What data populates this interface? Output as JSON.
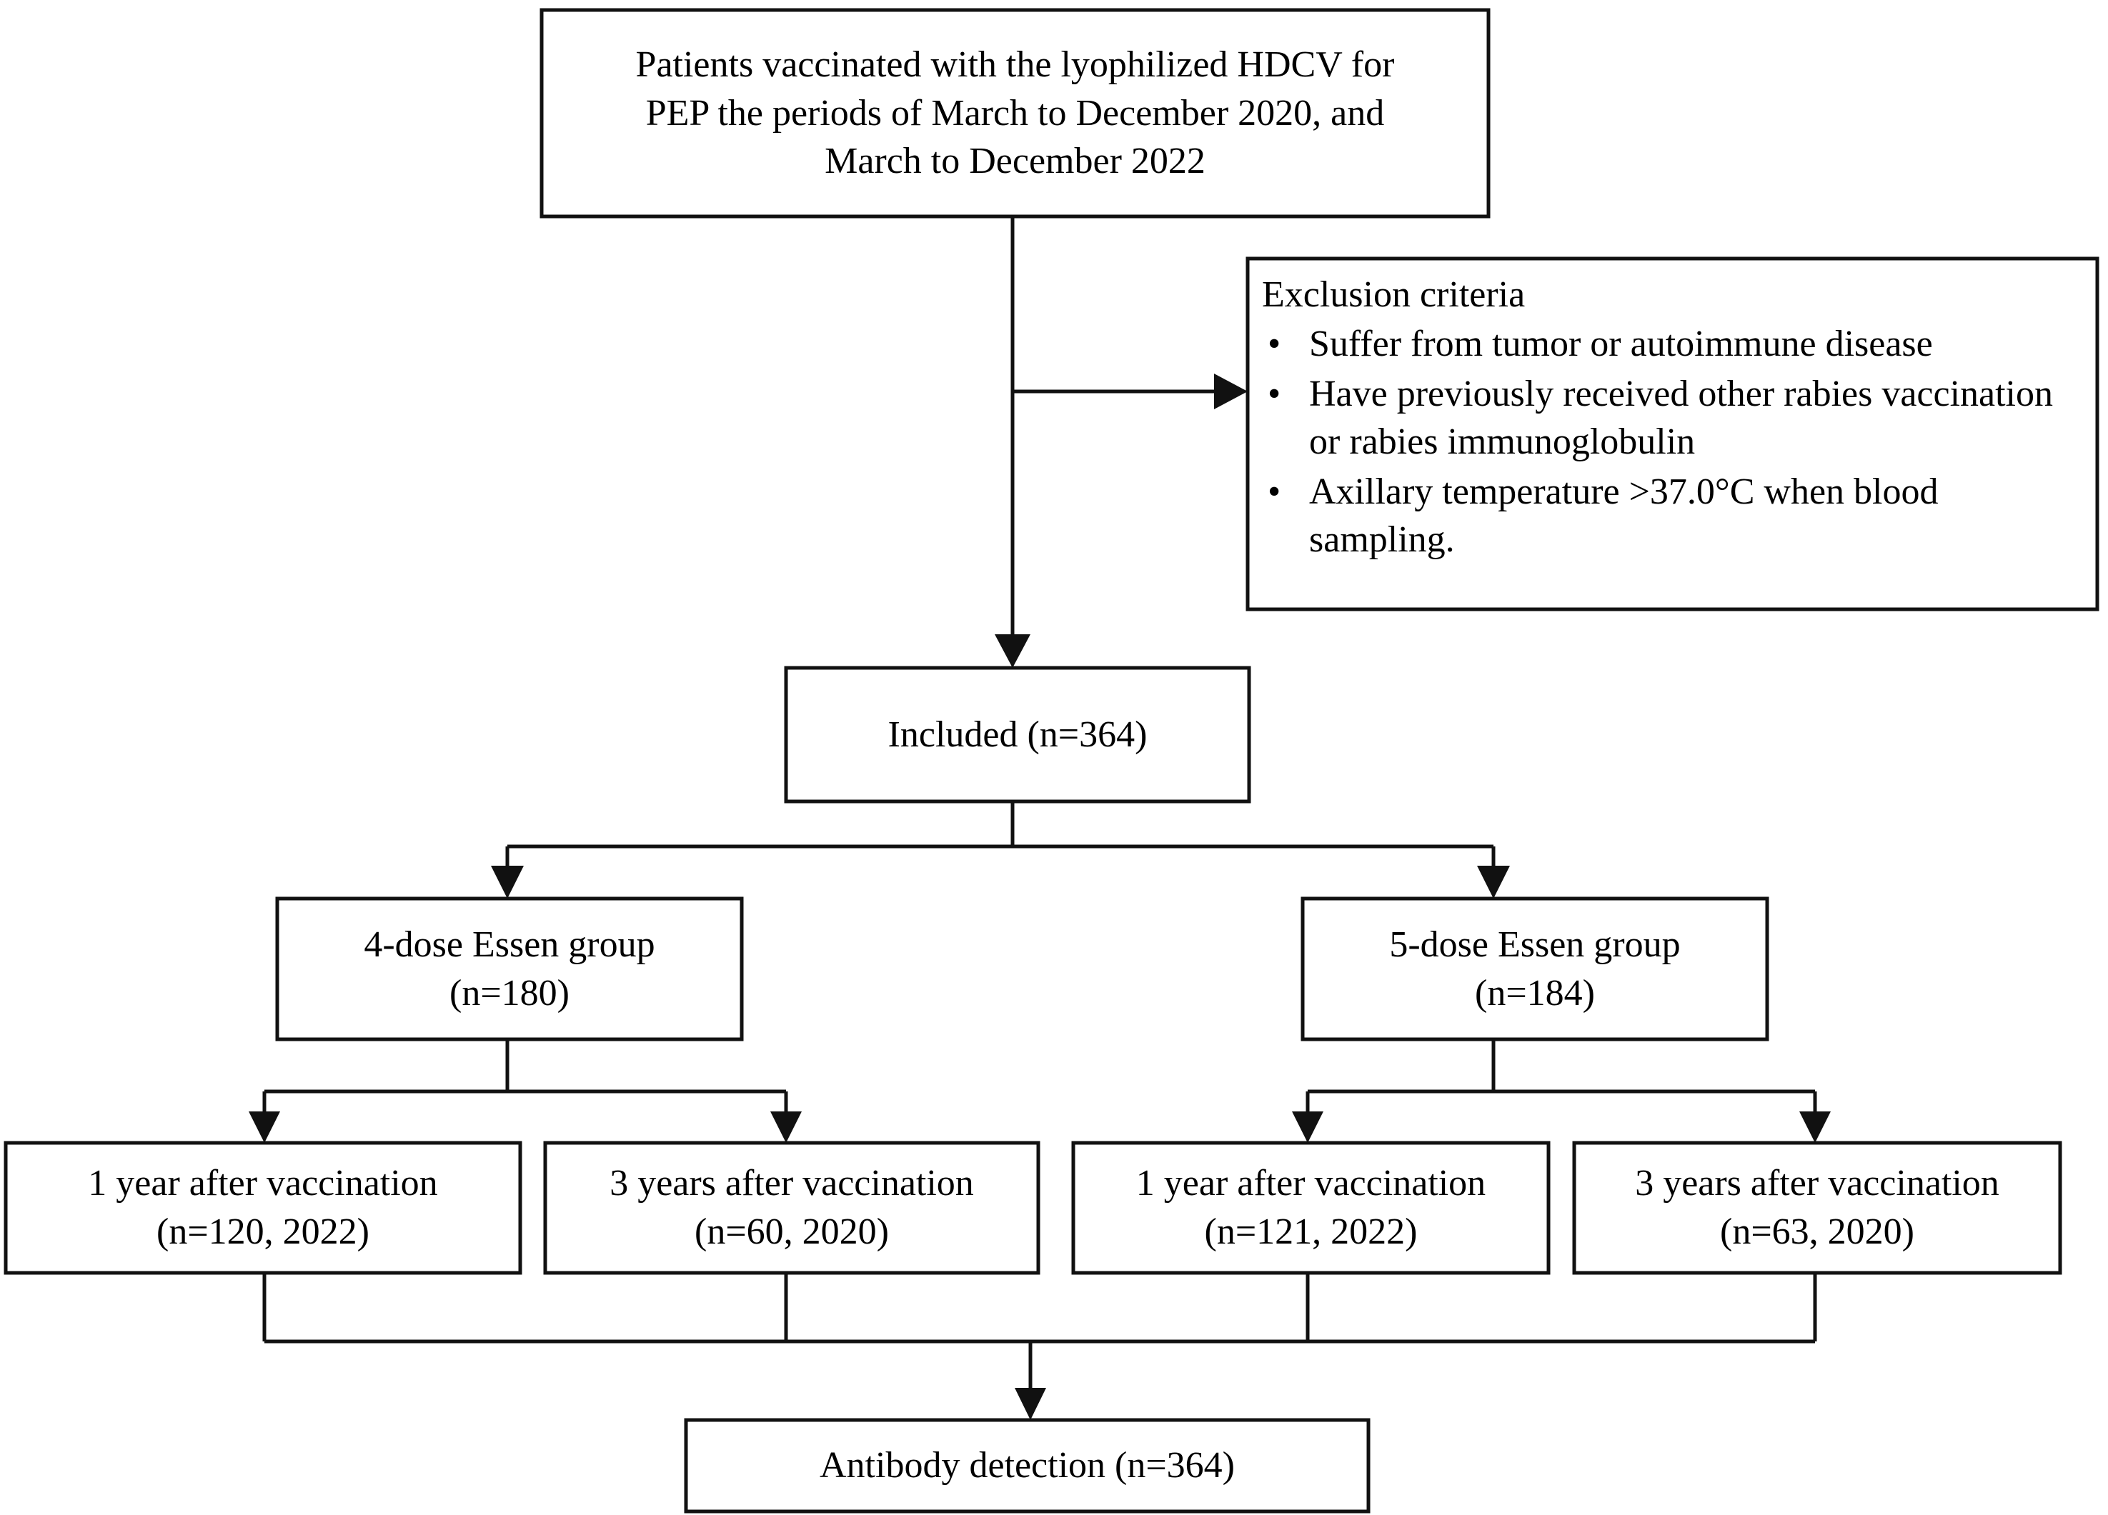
{
  "figure": {
    "type": "flowchart",
    "orientation": "top-down",
    "background_color": "#ffffff",
    "line_color": "#111111",
    "text_color": "#000000"
  },
  "nodes": {
    "source": {
      "id": "source-population",
      "lines": [
        "Patients vaccinated with the lyophilized HDCV for",
        "PEP the periods of March to December 2020, and",
        "March to December 2022"
      ]
    },
    "exclusion": {
      "id": "exclusion-criteria",
      "heading": "Exclusion criteria",
      "bullet_glyph": "•",
      "items": [
        "Suffer from tumor or autoimmune disease",
        "Have previously received other rabies vaccination or rabies immunoglobulin",
        "Axillary temperature >37.0°C  when blood sampling."
      ]
    },
    "included": {
      "id": "included",
      "lines": [
        "Included (n=364)"
      ],
      "count": 364
    },
    "group_four_dose": {
      "id": "four-dose-essen-group",
      "lines": [
        "4-dose Essen group",
        "(n=180)"
      ],
      "count": 180
    },
    "group_five_dose": {
      "id": "five-dose-essen-group",
      "lines": [
        "5-dose Essen group",
        "(n=184)"
      ],
      "count": 184
    },
    "leaf_1": {
      "id": "four-dose-1-year",
      "lines": [
        "1 year after vaccination",
        "(n=120, 2022)"
      ],
      "count": 120,
      "year": 2022
    },
    "leaf_2": {
      "id": "four-dose-3-years",
      "lines": [
        "3 years after vaccination",
        "(n=60, 2020)"
      ],
      "count": 60,
      "year": 2020
    },
    "leaf_3": {
      "id": "five-dose-1-year",
      "lines": [
        "1 year after vaccination",
        "(n=121, 2022)"
      ],
      "count": 121,
      "year": 2022
    },
    "leaf_4": {
      "id": "five-dose-3-years",
      "lines": [
        "3 years after vaccination",
        "(n=63, 2020)"
      ],
      "count": 63,
      "year": 2020
    },
    "outcome": {
      "id": "antibody-detection",
      "lines": [
        "Antibody detection (n=364)"
      ],
      "count": 364
    }
  }
}
